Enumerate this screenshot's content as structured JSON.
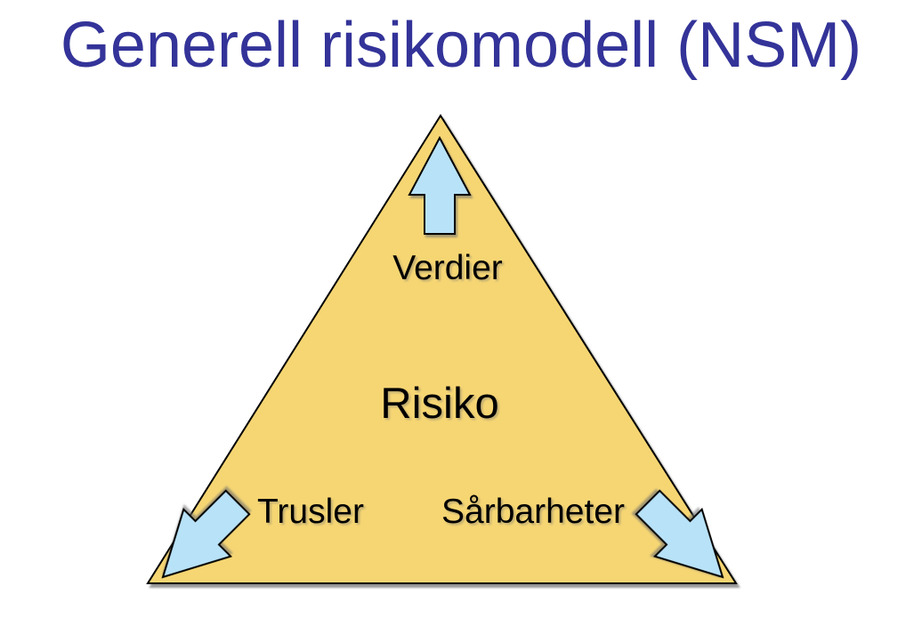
{
  "slide": {
    "title": "Generell risikomodell (NSM)",
    "background": "#FFFFFF"
  },
  "diagram": {
    "type": "triangle-relationship-diagram",
    "description": "Generic risk model triangle with outward arrows at each vertex",
    "center_label": "Risiko",
    "vertex_labels": {
      "top": "Verdier",
      "bottom_left": "Trusler",
      "bottom_right": "Sårbarheter"
    },
    "arrows": [
      {
        "id": "top-arrow",
        "direction": "up",
        "vertex": "top"
      },
      {
        "id": "bottom-left-arrow",
        "direction": "down-left",
        "vertex": "bottom_left"
      },
      {
        "id": "bottom-right-arrow",
        "direction": "down-right",
        "vertex": "bottom_right"
      }
    ],
    "colors": {
      "title_text": "#333399",
      "triangle_fill": "#F6D673",
      "arrow_fill": "#B8E2F7",
      "outline": "#000000",
      "label_text": "#000000"
    }
  }
}
